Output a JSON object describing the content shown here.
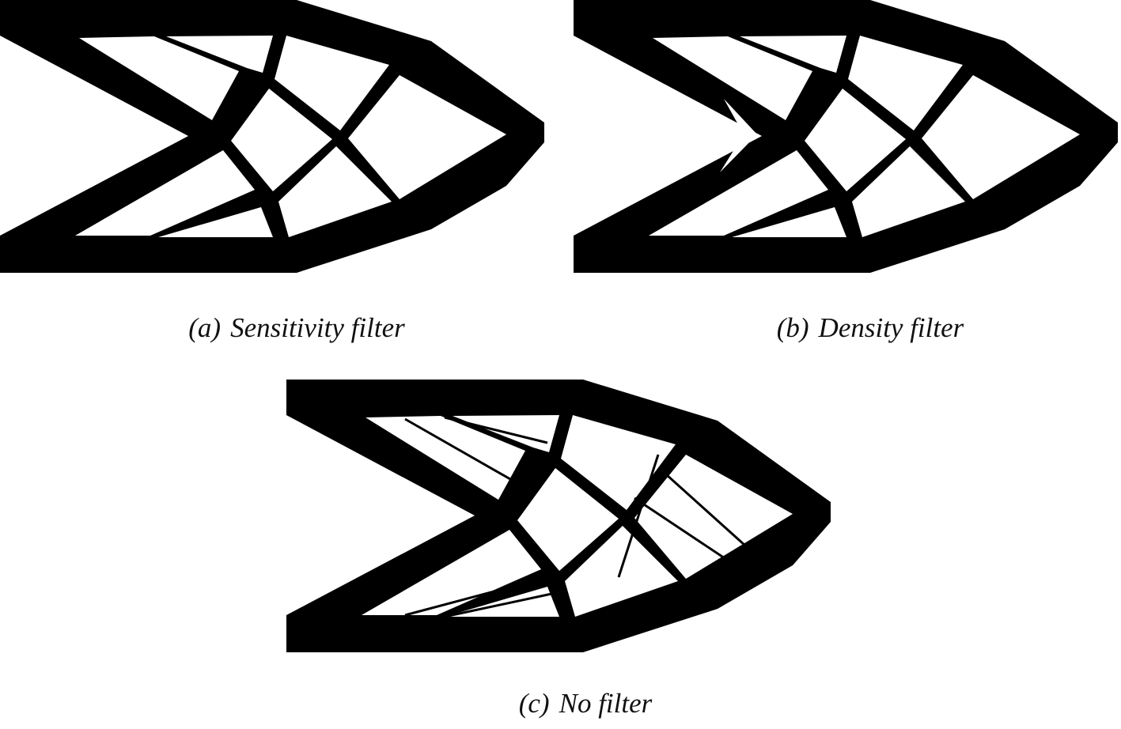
{
  "figure": {
    "panels": [
      {
        "id": "a",
        "label": "(a)",
        "caption": "Sensitivity filter"
      },
      {
        "id": "b",
        "label": "(b)",
        "caption": "Density filter"
      },
      {
        "id": "c",
        "label": "(c)",
        "caption": "No filter"
      }
    ],
    "colors": {
      "material": "#000000",
      "void": "#ffffff"
    }
  }
}
